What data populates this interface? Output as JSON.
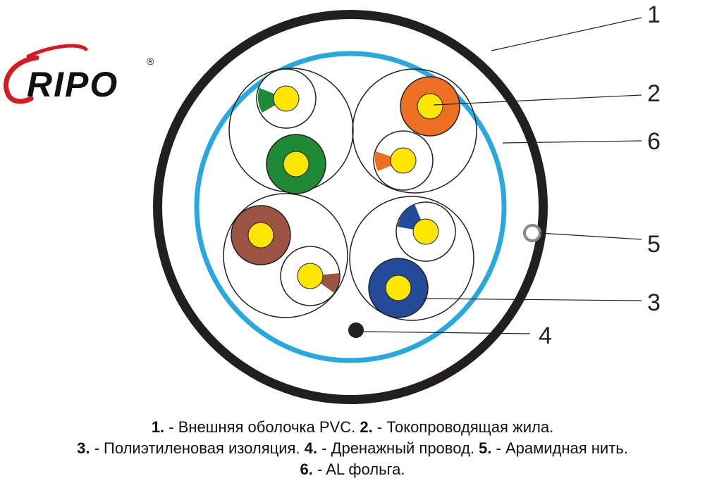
{
  "logo": {
    "text": "RIPO",
    "registered": "®"
  },
  "colors": {
    "jacket": "#231f20",
    "foil": "#29a8e0",
    "conductor": "#ffe600",
    "green": "#1e8a35",
    "orange": "#ec6f24",
    "brown": "#9b5443",
    "blue": "#244a9a",
    "logo_red": "#d71920"
  },
  "callouts": [
    "1",
    "2",
    "6",
    "5",
    "3",
    "4"
  ],
  "legend": {
    "line1": [
      {
        "num": "1.",
        "text": " - Внешняя оболочка PVC. "
      },
      {
        "num": "2.",
        "text": " - Токопроводящая жила."
      }
    ],
    "line2": [
      {
        "num": "3.",
        "text": " - Полиэтиленовая изоляция. "
      },
      {
        "num": "4.",
        "text": " - Дренажный провод. "
      },
      {
        "num": "5.",
        "text": " - Арамидная нить."
      }
    ],
    "line3": [
      {
        "num": "6.",
        "text": " - AL фольга."
      }
    ]
  }
}
